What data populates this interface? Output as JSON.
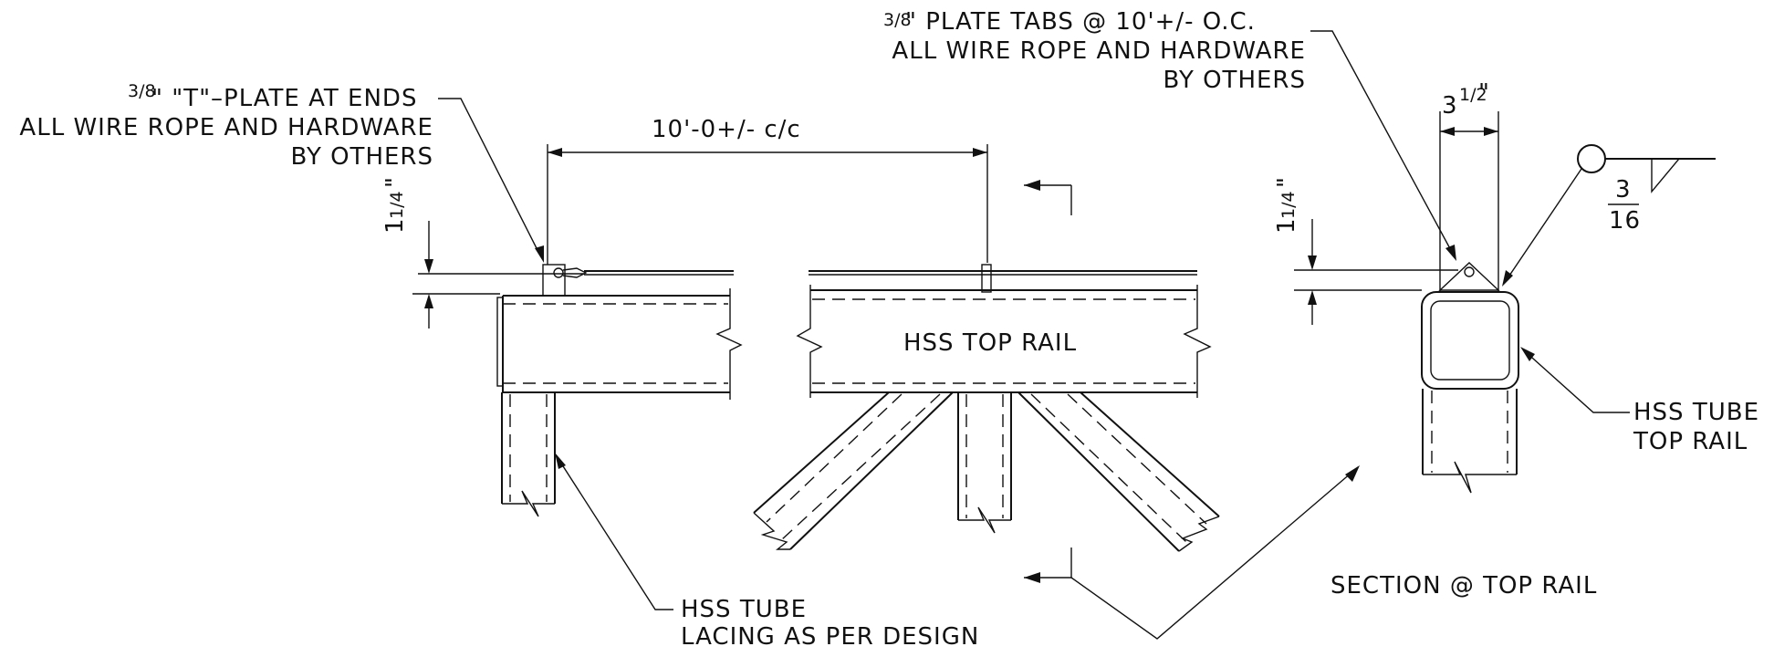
{
  "labels": {
    "tplate_frac": "3/8",
    "tplate_line1": "\" \"T\"–PLATE AT ENDS",
    "tplate_line2": "ALL WIRE ROPE AND HARDWARE",
    "tplate_line3": "BY OTHERS",
    "spacing": "10'-0+/- c/c",
    "tabs_frac": "3/8",
    "tabs_line1": "\" PLATE TABS @ 10'+/- O.C.",
    "tabs_line2": "ALL WIRE ROPE AND HARDWARE",
    "tabs_line3": "BY OTHERS",
    "rail_name": "HSS TOP RAIL",
    "lacing_line1": "HSS TUBE",
    "lacing_line2": "LACING AS PER DESIGN",
    "section_title": "SECTION @ TOP RAIL",
    "tube_line1": "HSS TUBE",
    "tube_line2": "TOP RAIL",
    "dim_left_whole": "1",
    "dim_left_frac": "1/4",
    "dim_left_inch": "\"",
    "dim_right_whole": "1",
    "dim_right_frac": "1/4",
    "dim_right_inch": "\"",
    "dim_width_whole": "3",
    "dim_width_frac": "1/2",
    "dim_width_inch": "\"",
    "weld_num": "3",
    "weld_den": "16"
  }
}
